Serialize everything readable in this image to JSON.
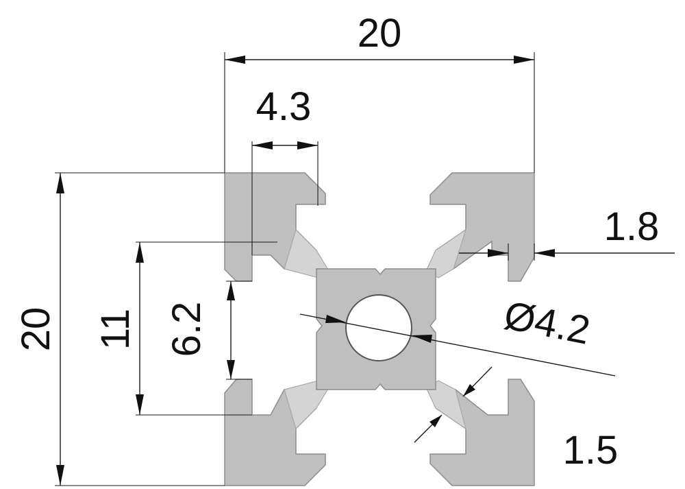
{
  "drawing": {
    "colors": {
      "profile_fill": "#bfbfbf",
      "profile_edge": "#8c8c8c",
      "line": "#111111",
      "background": "#ffffff"
    },
    "dimensions": {
      "overall_width": "20",
      "slot_opening": "4.3",
      "wall_thickness": "1.8",
      "overall_height": "20",
      "slot_inner_height": "11",
      "slot_opening_height": "6.2",
      "center_hole": "Ø4.2",
      "web_thickness": "1.5"
    }
  }
}
